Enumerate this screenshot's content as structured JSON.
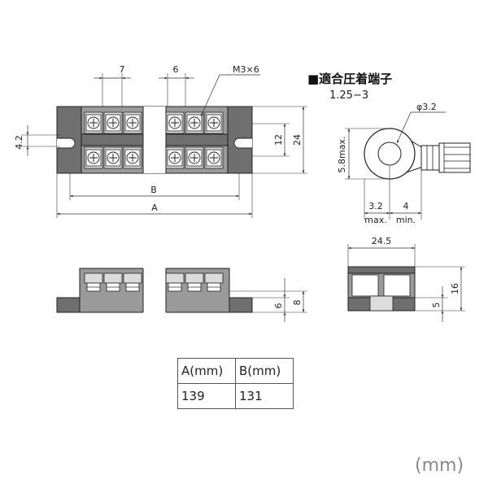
{
  "terminal_block": {
    "dims": {
      "pitch_1": "7",
      "pitch_2": "6",
      "screw": "M3×6",
      "height_left": "4.2",
      "inner_height": "12",
      "outer_height": "24",
      "length_b": "B",
      "length_a": "A",
      "side_6": "6",
      "side_8": "8"
    }
  },
  "crimp_terminal": {
    "title": "■適合圧着端子",
    "size": "1.25−3",
    "dims": {
      "hole": "φ3.2",
      "width": "5.8max.",
      "ring_val": "3.2",
      "ring_note": "max.",
      "barrel_val": "4",
      "barrel_note": "min."
    }
  },
  "end_view": {
    "dims": {
      "width": "24.5",
      "height": "16",
      "base": "5"
    }
  },
  "spec_table": {
    "headers": [
      "A(mm)",
      "B(mm)"
    ],
    "values": [
      "139",
      "131"
    ]
  },
  "unit_note": "(mm)"
}
